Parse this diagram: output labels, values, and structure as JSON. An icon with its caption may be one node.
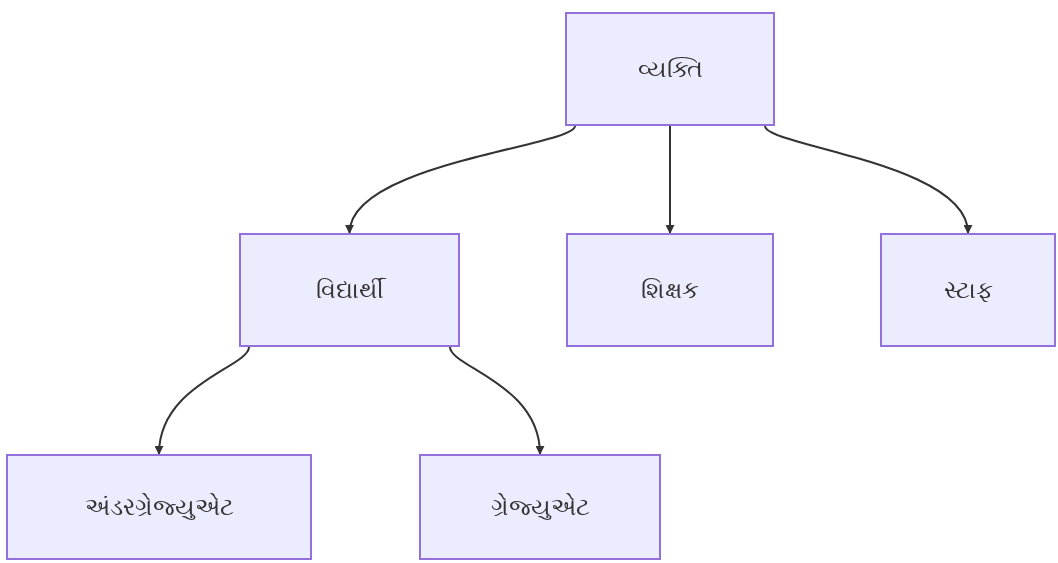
{
  "diagram": {
    "nodes": [
      {
        "text": [
          "વ્યક્તિ"
        ]
      },
      {
        "text": [
          "વિદ્યાર્થી"
        ]
      },
      {
        "text": [
          "શિક્ષક"
        ]
      },
      {
        "text": [
          "સ્ટાફ"
        ]
      },
      {
        "text": [
          "અંડરગ્રેજ્યુએટ"
        ]
      },
      {
        "text": [
          "ગ્રેજ્યુએટ"
        ]
      }
    ],
    "edges": [
      {
        "from": 0,
        "to": 1,
        "arrow": "to"
      },
      {
        "from": 0,
        "to": 2,
        "arrow": "to"
      },
      {
        "from": 0,
        "to": 3,
        "arrow": "to"
      },
      {
        "from": 1,
        "to": 4,
        "arrow": "to"
      },
      {
        "from": 1,
        "to": 5,
        "arrow": "to"
      }
    ]
  }
}
